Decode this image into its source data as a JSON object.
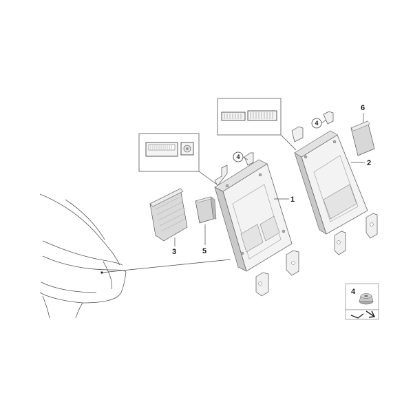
{
  "callouts": {
    "part_1": "1",
    "part_2": "2",
    "part_3": "3",
    "part_4_module_1": "4",
    "part_4_module_2": "4",
    "part_5": "5",
    "part_6": "6",
    "legend_4": "4"
  },
  "colors": {
    "line": "#3a3a3a",
    "module_face": "#f3f3f3",
    "module_side": "#c9c9c9",
    "module_edge": "#8a8a8a",
    "small_part": "#dedede",
    "legend_bg": "#ffffff"
  }
}
